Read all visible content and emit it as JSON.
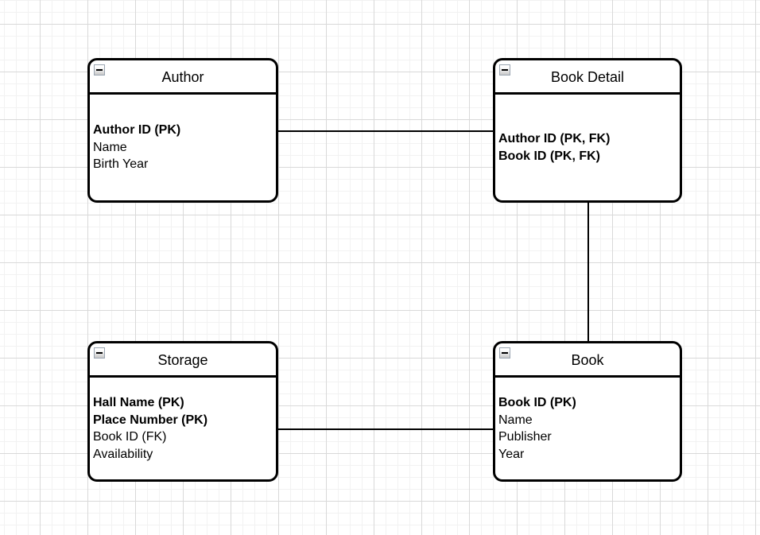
{
  "canvas": {
    "background_color": "#ffffff",
    "grid_minor_color": "#f2f2f2",
    "grid_major_color": "#d9d9d9",
    "collapse_icon": "minus-square-icon"
  },
  "entities": [
    {
      "id": "author",
      "title": "Author",
      "attributes": [
        {
          "text": "Author ID (PK)",
          "bold": true
        },
        {
          "text": "Name",
          "bold": false
        },
        {
          "text": "Birth Year",
          "bold": false
        }
      ]
    },
    {
      "id": "book-detail",
      "title": "Book Detail",
      "attributes": [
        {
          "text": "Author ID (PK, FK)",
          "bold": true
        },
        {
          "text": "Book ID (PK, FK)",
          "bold": true
        }
      ]
    },
    {
      "id": "storage",
      "title": "Storage",
      "attributes": [
        {
          "text": "Hall Name (PK)",
          "bold": true
        },
        {
          "text": "Place Number (PK)",
          "bold": true
        },
        {
          "text": "Book ID (FK)",
          "bold": false
        },
        {
          "text": "Availability",
          "bold": false
        }
      ]
    },
    {
      "id": "book",
      "title": "Book",
      "attributes": [
        {
          "text": "Book ID (PK)",
          "bold": true
        },
        {
          "text": "Name",
          "bold": false
        },
        {
          "text": "Publisher",
          "bold": false
        },
        {
          "text": "Year",
          "bold": false
        }
      ]
    }
  ],
  "relationships": [
    {
      "from": "Author",
      "to": "Book Detail"
    },
    {
      "from": "Book Detail",
      "to": "Book"
    },
    {
      "from": "Storage",
      "to": "Book"
    }
  ]
}
